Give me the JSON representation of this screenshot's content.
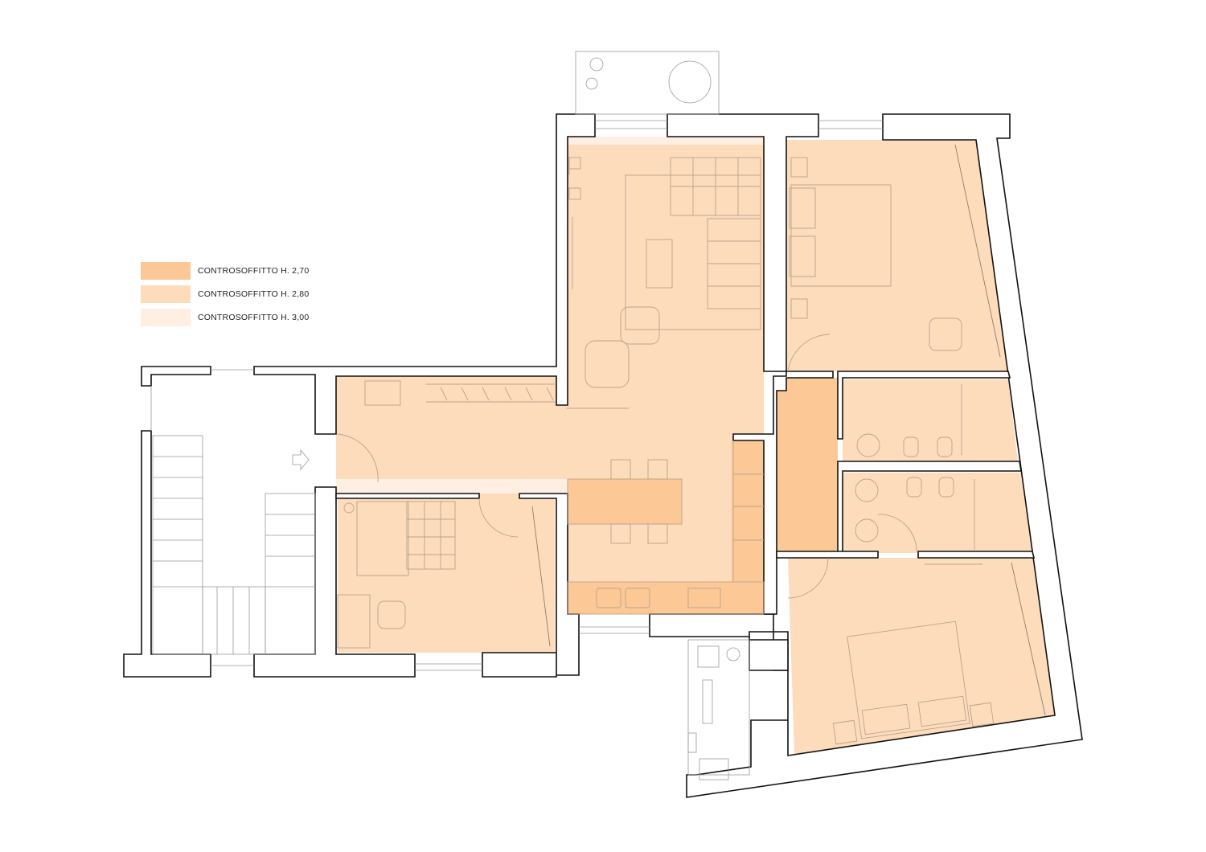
{
  "legend": {
    "items": [
      {
        "label": "CONTROSOFFITTO H. 2,70",
        "color": "#fcc896"
      },
      {
        "label": "CONTROSOFFITTO H. 2,80",
        "color": "#fddcbc"
      },
      {
        "label": "CONTROSOFFITTO H. 3,00",
        "color": "#feefe2"
      }
    ]
  },
  "colors": {
    "wall_stroke": "#111111",
    "zone_270": "#fcc896",
    "zone_280": "#fddcbc",
    "zone_300": "#feefe2"
  },
  "icons": [
    "entry-arrow-icon",
    "door-swing-icon",
    "window-icon",
    "stair-icon"
  ]
}
